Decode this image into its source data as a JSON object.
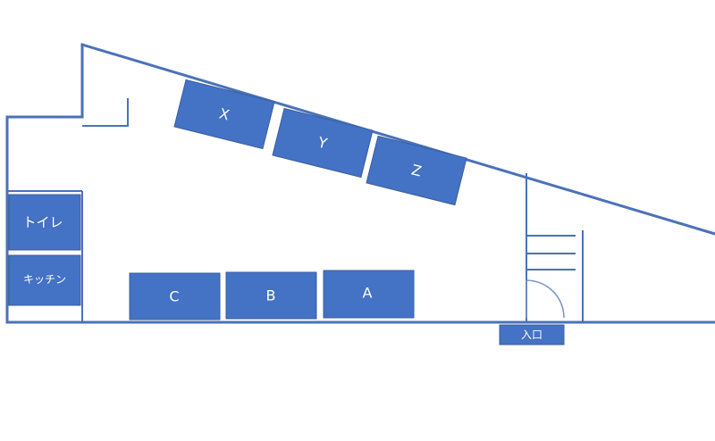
{
  "floor_plan": {
    "colors": {
      "wall": "#4a72b8",
      "block": "#4472c4",
      "label": "#ffffff",
      "background": "#ffffff"
    },
    "rooms": {
      "toilet": "トイレ",
      "kitchen": "キッチン",
      "entrance": "入口"
    },
    "seats": {
      "x": "X",
      "y": "Y",
      "z": "Z",
      "a": "A",
      "b": "B",
      "c": "C"
    },
    "stairs_icon": "stairs-icon",
    "door_icon": "door-swing-icon"
  }
}
